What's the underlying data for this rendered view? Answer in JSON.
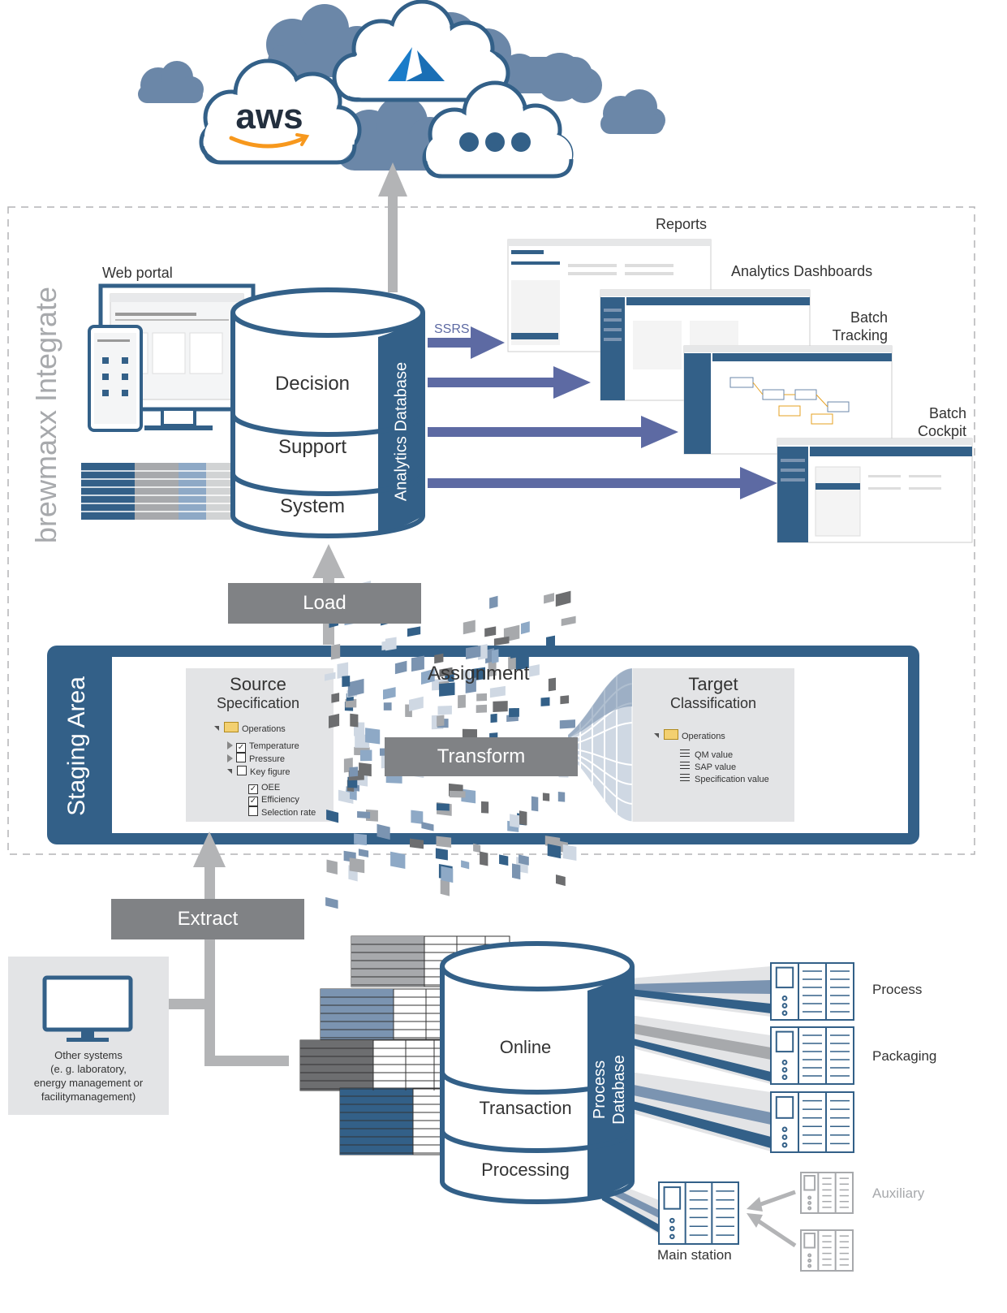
{
  "clouds": {
    "aws_logo_text": "aws",
    "more_label": "•••"
  },
  "integrate": {
    "title": "brewmaxx Integrate",
    "web_portal": "Web portal",
    "reports": "Reports",
    "analytics_dashboards": "Analytics Dashboards",
    "batch_tracking_line1": "Batch",
    "batch_tracking_line2": "Tracking",
    "batch_cockpit_line1": "Batch",
    "batch_cockpit_line2": "Cockpit",
    "ssrs": "SSRS"
  },
  "analytics_db": {
    "side_label": "Analytics Database",
    "layers": [
      "Decision",
      "Support",
      "System"
    ]
  },
  "load_label": "Load",
  "staging": {
    "side_label": "Staging Area",
    "assignment": "Assignment",
    "transform": "Transform",
    "source": {
      "title": "Source",
      "subtitle": "Specification",
      "root": "Operations",
      "items": [
        "Temperature",
        "Pressure",
        "Key figure"
      ],
      "subitems": [
        "OEE",
        "Efficiency",
        "Selection rate"
      ],
      "checked": [
        true,
        false,
        false
      ],
      "sub_checked": [
        true,
        true,
        false
      ]
    },
    "target": {
      "title": "Target",
      "subtitle": "Classification",
      "root": "Operations",
      "items": [
        "QM value",
        "SAP value",
        "Specification value"
      ]
    }
  },
  "extract_label": "Extract",
  "other_systems": {
    "line1": "Other systems",
    "line2": "(e. g. laboratory,",
    "line3": "energy management or",
    "line4": "facilitymanagement)"
  },
  "process_db": {
    "side_label_line1": "Process",
    "side_label_line2": "Database",
    "layers": [
      "Online",
      "Transaction",
      "Processing"
    ]
  },
  "stations": {
    "process": "Process",
    "packaging": "Packaging",
    "auxiliary": "Auxiliary",
    "main_station": "Main station"
  },
  "colors": {
    "brand_blue": "#336088",
    "cloud_blue": "#6b87a8",
    "arrow_blue": "#5d6aa3",
    "gray_box": "#808285",
    "light_gray_panel": "#e3e4e6",
    "arrow_gray": "#b3b4b6",
    "faded_text": "#a7a9ac"
  }
}
